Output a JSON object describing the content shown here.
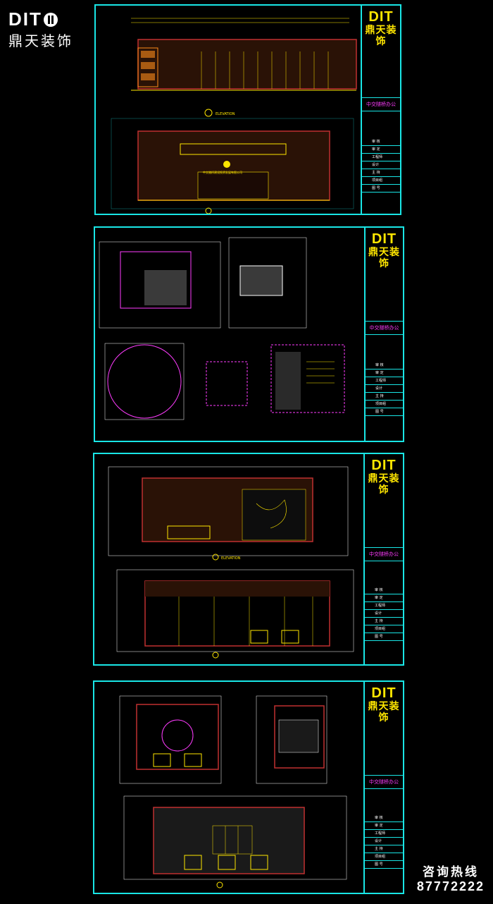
{
  "logo": {
    "en": "DIT",
    "cn": "鼎天装饰"
  },
  "hotline": {
    "title": "咨询热线",
    "number": "87772222"
  },
  "title_block": {
    "brand_en": "DIT",
    "brand_cn": "鼎天装饰",
    "project": "中交隧桥办公",
    "rows": [
      "审 核",
      "审 定",
      "工程师",
      "设计",
      "主 持",
      "项目组",
      "图 号"
    ]
  },
  "sheets": [
    {
      "drawing_title": "",
      "sheet_label": ""
    },
    {
      "drawing_title": "",
      "sheet_label": ""
    },
    {
      "drawing_title": "",
      "sheet_label": ""
    },
    {
      "drawing_title": "",
      "sheet_label": ""
    }
  ],
  "drawing_labels": {
    "elevation": "ELEVATION",
    "company_sign": "中交隧桥建设投资发展有限公司"
  }
}
